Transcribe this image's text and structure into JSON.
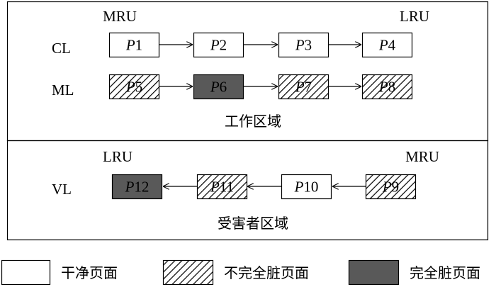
{
  "work_region": {
    "label": "工作区域",
    "mru_label": "MRU",
    "lru_label": "LRU",
    "lists": [
      {
        "name": "CL",
        "pages": [
          {
            "letter": "P",
            "num": "1",
            "type": "clean"
          },
          {
            "letter": "P",
            "num": "2",
            "type": "clean"
          },
          {
            "letter": "P",
            "num": "3",
            "type": "clean"
          },
          {
            "letter": "P",
            "num": "4",
            "type": "clean"
          }
        ]
      },
      {
        "name": "ML",
        "pages": [
          {
            "letter": "P",
            "num": "5",
            "type": "partial"
          },
          {
            "letter": "P",
            "num": "6",
            "type": "dirty"
          },
          {
            "letter": "P",
            "num": "7",
            "type": "partial"
          },
          {
            "letter": "P",
            "num": "8",
            "type": "partial"
          }
        ]
      }
    ]
  },
  "victim_region": {
    "label": "受害者区域",
    "lru_label": "LRU",
    "mru_label": "MRU",
    "lists": [
      {
        "name": "VL",
        "pages": [
          {
            "letter": "P",
            "num": "12",
            "type": "dirty"
          },
          {
            "letter": "P",
            "num": "11",
            "type": "partial"
          },
          {
            "letter": "P",
            "num": "10",
            "type": "clean"
          },
          {
            "letter": "P",
            "num": "9",
            "type": "partial"
          }
        ]
      }
    ]
  },
  "legend": [
    {
      "type": "clean",
      "label": "干净页面"
    },
    {
      "type": "partial",
      "label": "不完全脏页面"
    },
    {
      "type": "dirty",
      "label": "完全脏页面"
    }
  ],
  "colors": {
    "dirty_fill": "#595959",
    "clean_fill": "#ffffff",
    "stroke": "#000000",
    "hatch": "#000000"
  }
}
